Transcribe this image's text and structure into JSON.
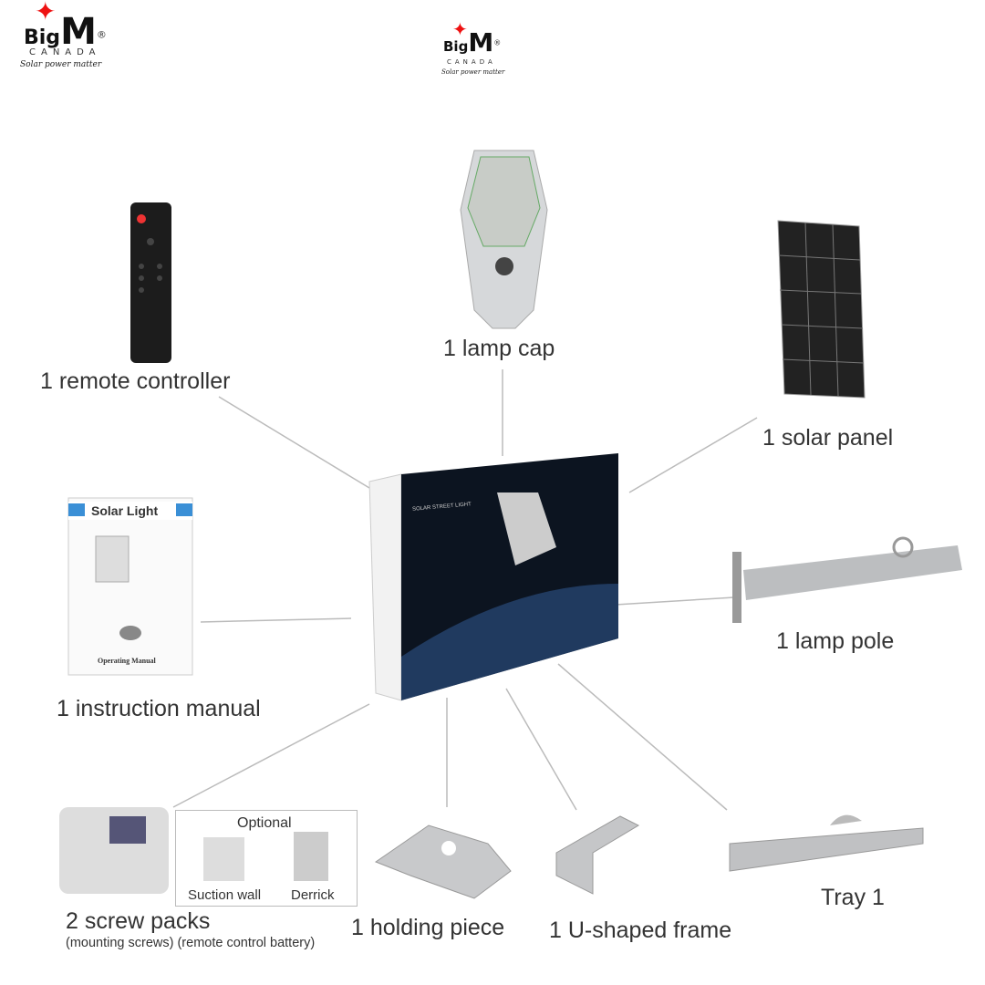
{
  "logos": [
    {
      "brand_big": "Big",
      "brand_m": "M",
      "reg": "®",
      "country": "CANADA",
      "tagline": "Solar power matter"
    },
    {
      "brand_big": "Big",
      "brand_m": "M",
      "reg": "®",
      "country": "CANADA",
      "tagline": "Solar power matter"
    }
  ],
  "items": {
    "remote": "1 remote controller",
    "lamp_cap": "1 lamp cap",
    "solar_panel": "1 solar panel",
    "manual": "1 instruction manual",
    "lamp_pole": "1 lamp pole",
    "screw_packs": "2 screw packs",
    "screw_packs_note": "(mounting screws) (remote control battery)",
    "holding_piece": "1 holding piece",
    "u_frame": "1 U-shaped frame",
    "tray": "Tray 1"
  },
  "optional": {
    "title": "Optional",
    "a": "Suction wall",
    "b": "Derrick"
  },
  "manual_cover": {
    "title": "Solar Light",
    "footer": "Operating Manual"
  },
  "box": {
    "text": "SOLAR STREET LIGHT"
  }
}
